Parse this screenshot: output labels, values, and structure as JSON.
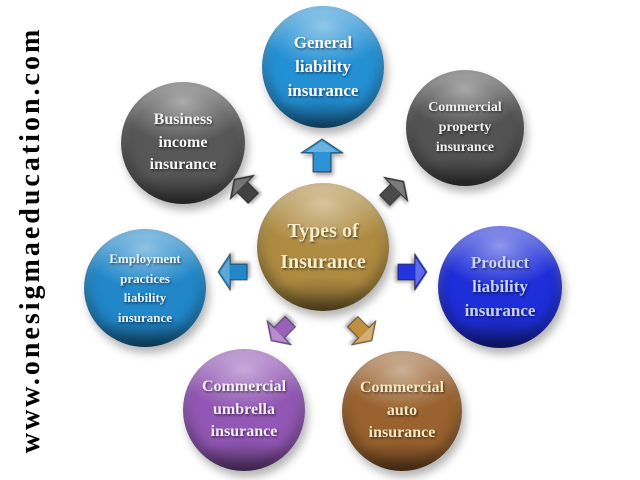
{
  "watermark": {
    "text": "www.onesigmaeducation.com"
  },
  "diagram": {
    "center": {
      "label": "Types of\nInsurance",
      "bg": "#ae8b40",
      "fg": "#f7edcb"
    },
    "nodes": [
      {
        "id": "general-liability",
        "label": "General\nliability\ninsurance",
        "bg": "#2490d4",
        "fg": "#ffffff"
      },
      {
        "id": "business-income",
        "label": "Business\nincome\ninsurance",
        "bg": "#575757",
        "fg": "#f5f5f5"
      },
      {
        "id": "commercial-property",
        "label": "Commercial\nproperty\ninsurance",
        "bg": "#535353",
        "fg": "#efefef"
      },
      {
        "id": "employment-practices",
        "label": "Employment\npractices\nliability\ninsurance",
        "bg": "#2187c9",
        "fg": "#e9f4fc"
      },
      {
        "id": "product-liability",
        "label": "Product\nliability\ninsurance",
        "bg": "#1e2ed8",
        "fg": "#c9d4f9"
      },
      {
        "id": "commercial-umbrella",
        "label": "Commercial\numbrella\ninsurance",
        "bg": "#9257b4",
        "fg": "#f5eefb"
      },
      {
        "id": "commercial-auto",
        "label": "Commercial\nauto\ninsurance",
        "bg": "#99622e",
        "fg": "#f6e8c2"
      }
    ],
    "arrows": [
      {
        "to": "general-liability",
        "direction": "up",
        "color": "#2e93d6"
      },
      {
        "to": "business-income",
        "direction": "up-left",
        "color": "#414141"
      },
      {
        "to": "commercial-property",
        "direction": "up-right",
        "color": "#4a4a4a"
      },
      {
        "to": "employment-practices",
        "direction": "left",
        "color": "#2187c9"
      },
      {
        "to": "product-liability",
        "direction": "right",
        "color": "#2433dc"
      },
      {
        "to": "commercial-umbrella",
        "direction": "down-left",
        "color": "#9a61ba"
      },
      {
        "to": "commercial-auto",
        "direction": "down-right",
        "color": "#c28f41"
      }
    ]
  }
}
